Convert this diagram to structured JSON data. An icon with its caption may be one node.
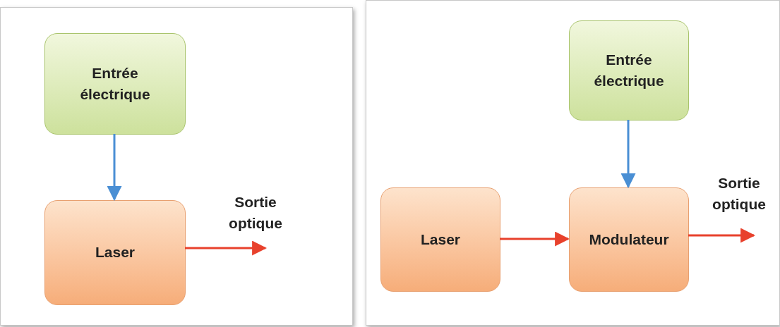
{
  "diagram": {
    "nodes": [
      {
        "text": [],
        "shape": "box"
      },
      {
        "text": [
          "Entrée électrique"
        ],
        "in": 0
      },
      {
        "text": [
          "Laser"
        ],
        "in": 0
      },
      {
        "text": [],
        "shape": "box"
      },
      {
        "text": [
          "Entrée électrique"
        ],
        "in": 3
      },
      {
        "text": [
          "Laser"
        ],
        "in": 3
      },
      {
        "text": [
          "Modulateur"
        ],
        "in": 3
      }
    ],
    "edges": [
      {
        "from": 1,
        "to": 2,
        "arrow": "to",
        "color": "#4a8fd4"
      },
      {
        "from": 2,
        "to": null,
        "arrow": "to"
      },
      {
        "from": 4,
        "to": 6,
        "arrow": "to",
        "color": "#4a8fd4"
      },
      {
        "from": 5,
        "to": 6,
        "arrow": "to"
      },
      {
        "from": 6,
        "to": null,
        "arrow": "to"
      }
    ],
    "labels": [
      "Sortie optique",
      "Sortie optique"
    ]
  }
}
